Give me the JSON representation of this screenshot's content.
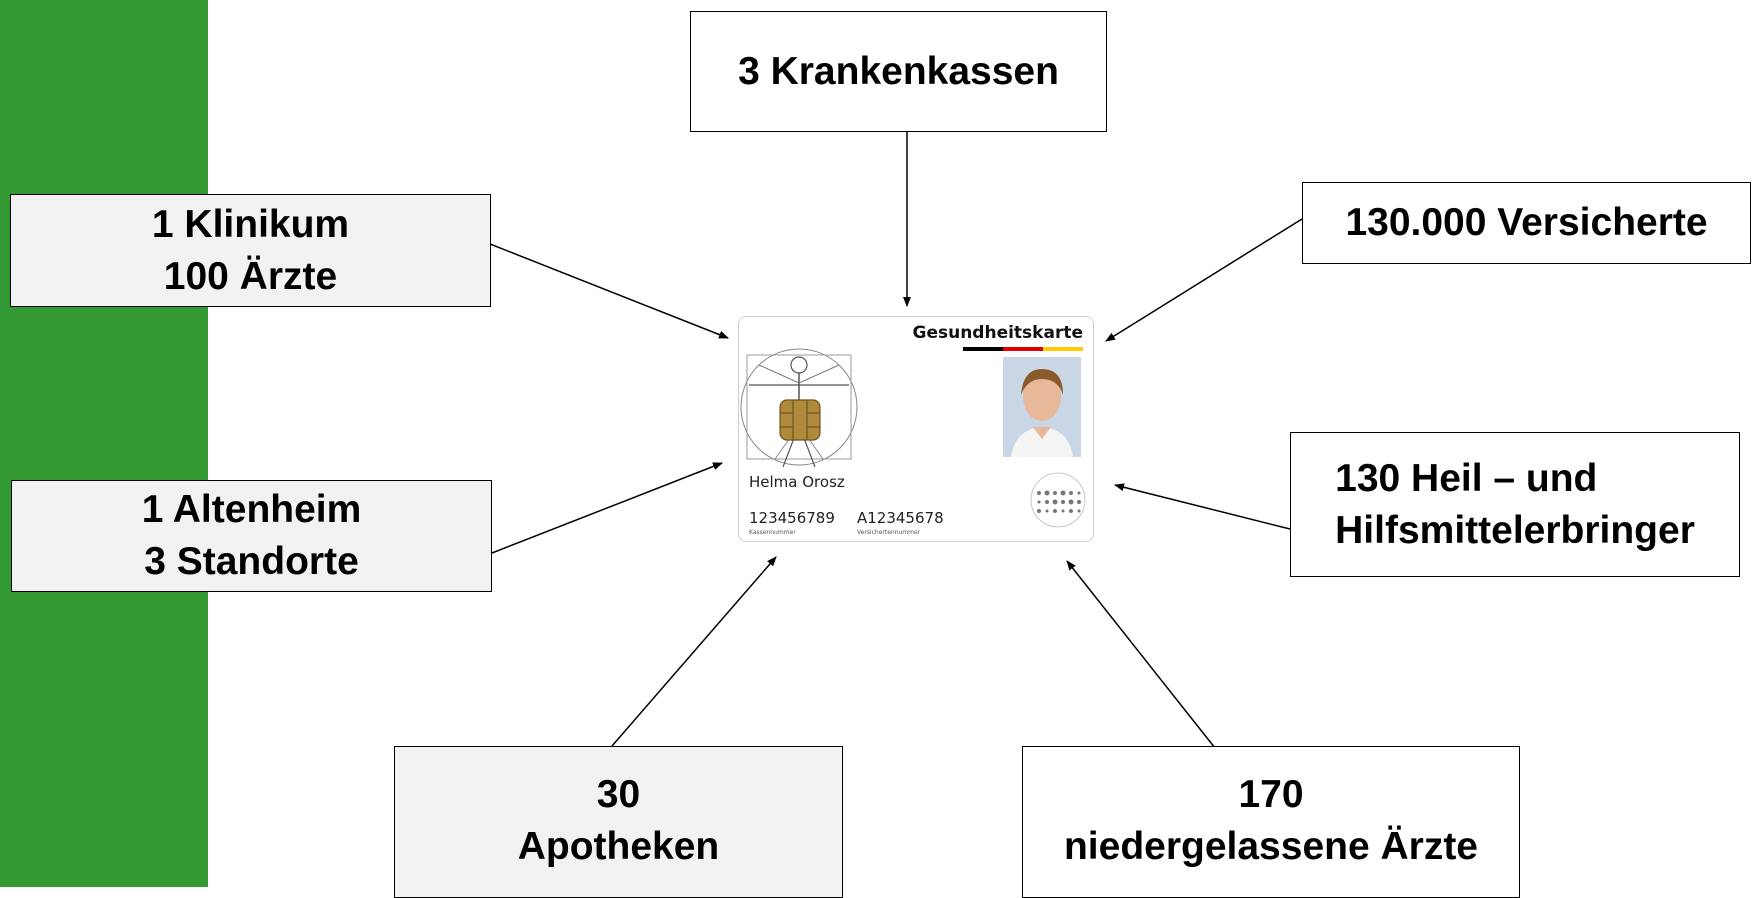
{
  "colors": {
    "sidebar": "#339933",
    "box_fill": "#f2f2f2",
    "box_border": "#000000",
    "flag": [
      "#000000",
      "#dd0000",
      "#ffcc00"
    ]
  },
  "center": {
    "card": {
      "title": "Gesundheitskarte",
      "holder_name": "Helma Orosz",
      "kassennummer": "123456789",
      "kassennummer_label": "Kassennummer",
      "versichertennummer": "A12345678",
      "versichertennummer_label": "Versichertennummer"
    }
  },
  "nodes": {
    "krankenkassen": {
      "lines": [
        "3 Krankenkassen"
      ]
    },
    "klinikum": {
      "lines": [
        "1 Klinikum",
        "100 Ärzte"
      ]
    },
    "versicherte": {
      "lines": [
        "130.000 Versicherte"
      ]
    },
    "altenheim": {
      "lines": [
        "1 Altenheim",
        "3 Standorte"
      ]
    },
    "heilmittel": {
      "lines": [
        "130 Heil – und",
        "Hilfsmittelerbringer"
      ]
    },
    "apotheken": {
      "lines": [
        "30",
        "Apotheken"
      ]
    },
    "aerzte": {
      "lines": [
        "170",
        "niedergelassene Ärzte"
      ]
    }
  }
}
